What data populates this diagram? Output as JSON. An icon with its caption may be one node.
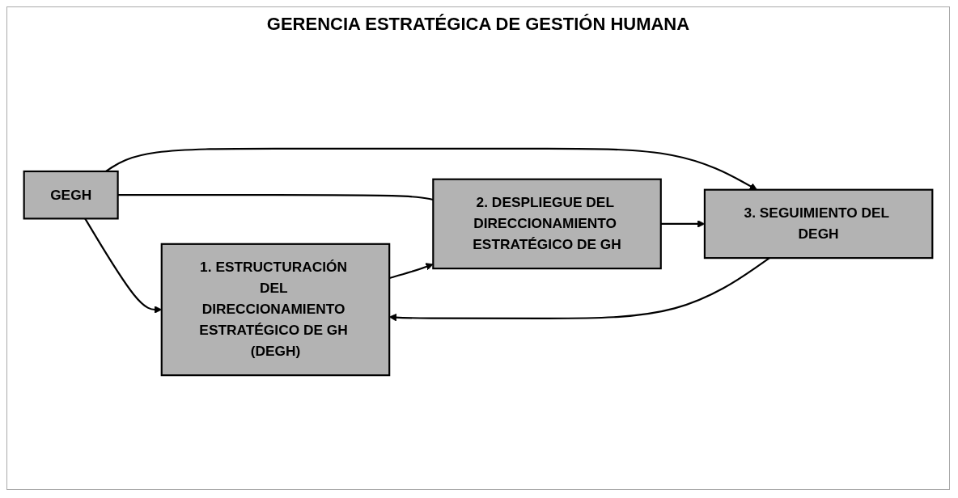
{
  "diagram": {
    "title": "GERENCIA ESTRATÉGICA DE GESTIÓN HUMANA",
    "nodes": [
      {
        "text": [
          "GEGH"
        ]
      },
      {
        "text": [
          "1. ESTRUCTURACIÓN DEL DIRECCIONAMIENTO ESTRATÉGICO DE GH (DEGH)"
        ]
      },
      {
        "text": [
          "2. DESPLIEGUE DEL DIRECCIONAMIENTO ESTRATÉGICO DE GH"
        ]
      },
      {
        "text": [
          "3. SEGUIMIENTO DEL DEGH"
        ]
      }
    ],
    "edges": [
      {
        "from": 0,
        "to": 1,
        "arrow": "to"
      },
      {
        "from": 0,
        "to": 3,
        "arrow": "to"
      },
      {
        "from": 0,
        "to": 2,
        "arrow": "none"
      },
      {
        "from": 1,
        "to": 2,
        "arrow": "to"
      },
      {
        "from": 2,
        "to": 3,
        "arrow": "to"
      },
      {
        "from": 3,
        "to": 1,
        "arrow": "to"
      }
    ]
  }
}
